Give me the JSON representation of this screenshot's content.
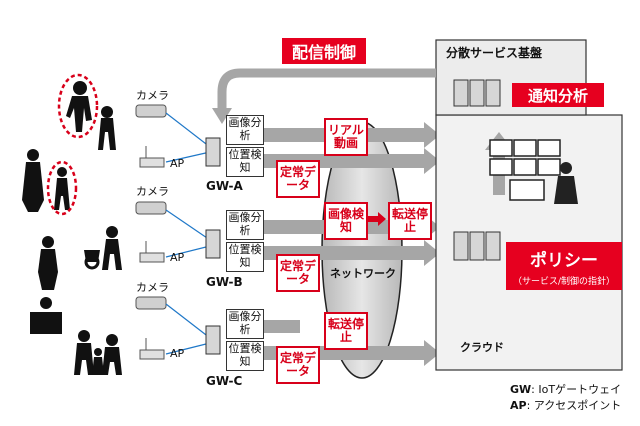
{
  "top": {
    "haishin_seigyo": "配信制御",
    "bunsan_service_kiban": "分散サービス基盤",
    "tsuchi_bunseki": "通知分析"
  },
  "gateways": [
    {
      "name": "GW-A",
      "camera": "カメラ",
      "ap": "AP",
      "mod1": "画像分析",
      "mod2": "位置検知",
      "teijo": "定常データ",
      "out1": "リアル動画",
      "out2": ""
    },
    {
      "name": "GW-B",
      "camera": "カメラ",
      "ap": "AP",
      "mod1": "画像分析",
      "mod2": "位置検知",
      "teijo": "定常データ",
      "out1": "画像検知",
      "out2": "転送停止"
    },
    {
      "name": "GW-C",
      "camera": "カメラ",
      "ap": "AP",
      "mod1": "画像分析",
      "mod2": "位置検知",
      "teijo": "定常データ",
      "out1": "転送停止",
      "out2": ""
    }
  ],
  "network": "ネットワーク",
  "cloud": "クラウド",
  "policy": {
    "title": "ポリシー",
    "sub": "（サービス/制御の指針）"
  },
  "legend": {
    "gw_key": "GW",
    "gw_val": ": IoTゲートウェイ",
    "ap_key": "AP",
    "ap_val": ": アクセスポイント"
  },
  "colors": {
    "red": "#e6001f",
    "gray_arrow": "#a6a6a6",
    "panel_gray": "#e8e8e8"
  }
}
